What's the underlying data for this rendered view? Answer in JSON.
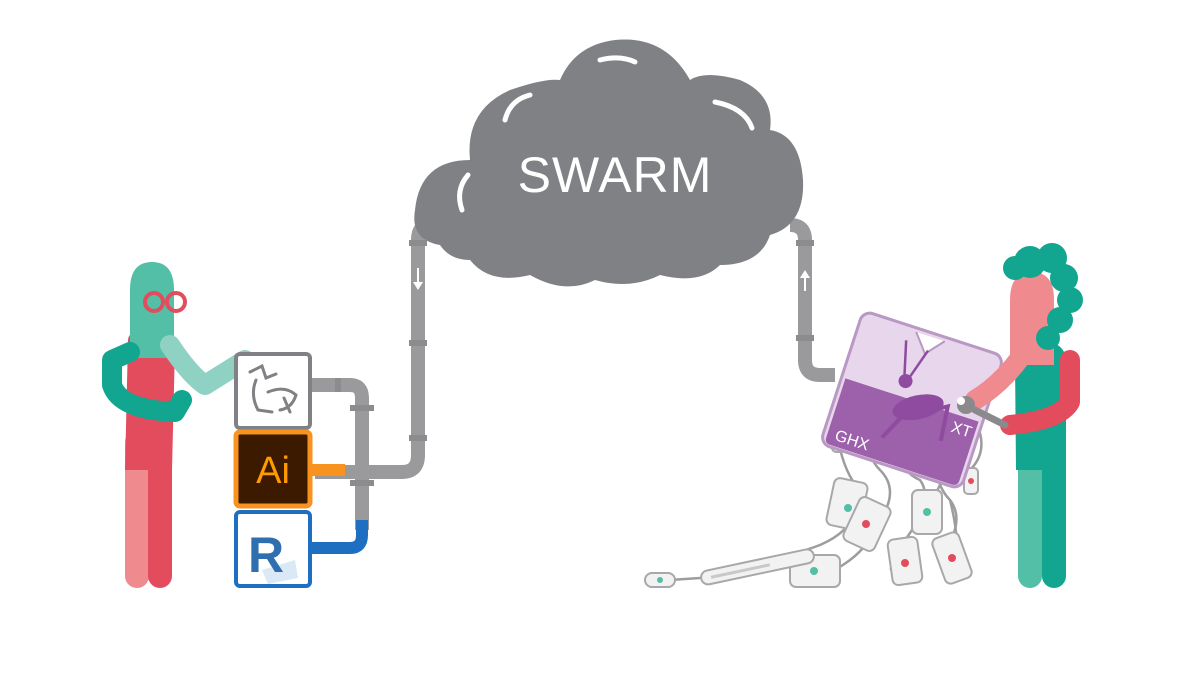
{
  "cloud": {
    "label": "SWARM",
    "color": "#808184"
  },
  "apps": {
    "rhino": {
      "icon": "rhino-icon",
      "frame_color": "#808184"
    },
    "illustrator": {
      "label": "Ai",
      "frame_color": "#f7931e",
      "bg_color": "#3b1a00"
    },
    "revit": {
      "label": "R",
      "frame_color": "#1e6fc2"
    }
  },
  "grasshopper": {
    "label": "GHX",
    "tab_label": "XT"
  },
  "colors": {
    "pipe": "#999999",
    "person_teal": "#52bfa6",
    "person_pink": "#e24c5d",
    "person_light_pink": "#ef8a8f",
    "hair": "#12a58f",
    "grasshopper_purple": "#8f4ba0"
  }
}
